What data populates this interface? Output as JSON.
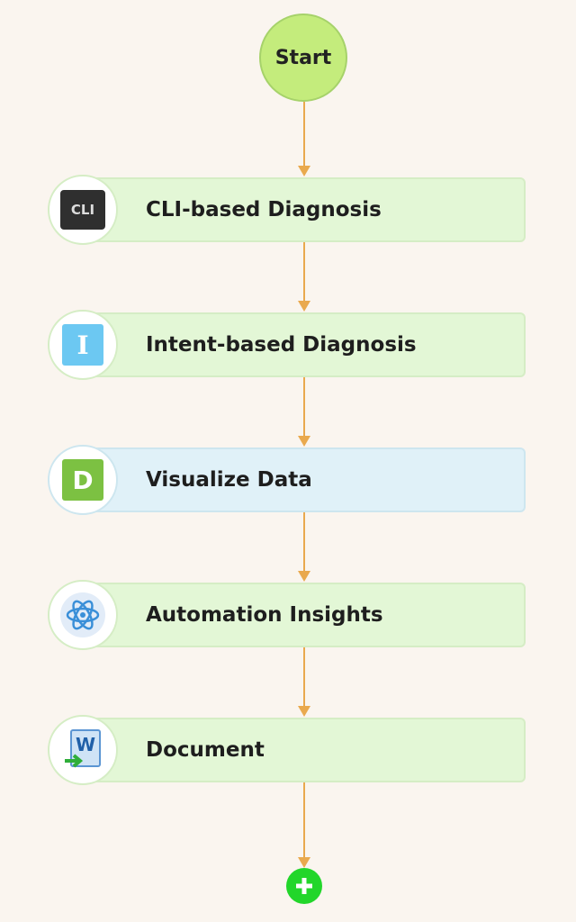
{
  "start_label": "Start",
  "nodes": [
    {
      "label": "CLI-based Diagnosis",
      "icon": "cli-icon",
      "icon_text": "CLI"
    },
    {
      "label": "Intent-based Diagnosis",
      "icon": "intent-icon",
      "icon_text": "I"
    },
    {
      "label": "Visualize Data",
      "icon": "data-icon",
      "icon_text": "D"
    },
    {
      "label": "Automation Insights",
      "icon": "atom-icon"
    },
    {
      "label": "Document",
      "icon": "word-document-icon",
      "icon_text": "W"
    }
  ],
  "colors": {
    "connector": "#e9a94e",
    "node_green": "#e3f7d6",
    "node_blue": "#e0f1f8",
    "start": "#c4ec7c",
    "add": "#22d62a"
  }
}
